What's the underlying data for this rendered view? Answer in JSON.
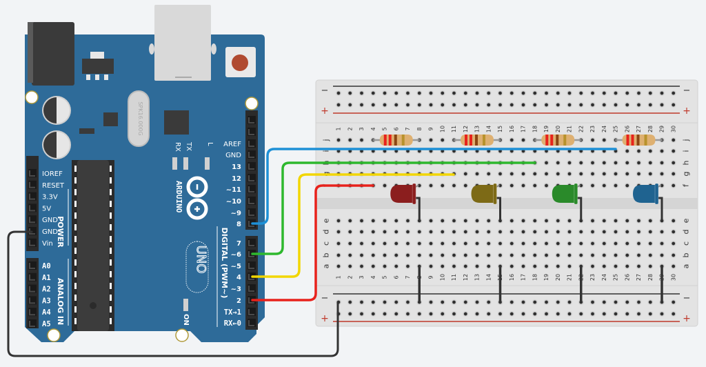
{
  "arduino": {
    "brand": "ARDUINO",
    "model": "UNO",
    "crystal": "SPK16.000G",
    "leds": {
      "rx": "RX",
      "tx": "TX",
      "l": "L",
      "on": "ON"
    },
    "power_header": {
      "title": "POWER",
      "pins": [
        "IOREF",
        "RESET",
        "3.3V",
        "5V",
        "GND",
        "GND",
        "Vin"
      ]
    },
    "analog_header": {
      "title": "ANALOG IN",
      "pins": [
        "A0",
        "A1",
        "A2",
        "A3",
        "A4",
        "A5"
      ]
    },
    "digital_header": {
      "title": "DIGITAL (PWM~)",
      "upper_pins": [
        "AREF",
        "GND",
        "13",
        "12",
        "~11",
        "~10",
        "~9",
        "8"
      ],
      "lower_pins": [
        "7",
        "~6",
        "~5",
        "4",
        "~3",
        "2",
        "TX→1",
        "RX←0"
      ]
    },
    "colors": {
      "board": "#2e6b99",
      "header": "#2b2b2b",
      "reset_button": "#b04a30"
    }
  },
  "breadboard": {
    "columns": 30,
    "top_rows": [
      "j",
      "i",
      "h",
      "g",
      "f"
    ],
    "bottom_rows": [
      "e",
      "d",
      "c",
      "b",
      "a"
    ],
    "rail_minus": "−",
    "rail_plus": "+",
    "colors": {
      "body": "#e3e3e3",
      "minus_line": "#333333",
      "plus_line": "#c0392b",
      "plus_text": "#c0392b"
    }
  },
  "resistors": [
    {
      "from": "j4",
      "to": "j8"
    },
    {
      "from": "j11",
      "to": "j15"
    },
    {
      "from": "j18",
      "to": "j22"
    },
    {
      "from": "j25",
      "to": "j29"
    }
  ],
  "leds": [
    {
      "color_name": "red",
      "color": "#8b1e1e",
      "anode_col": 8,
      "cathode_col": 7
    },
    {
      "color_name": "yellow",
      "color": "#7d6a16",
      "anode_col": 15,
      "cathode_col": 14
    },
    {
      "color_name": "green",
      "color": "#2a8a2a",
      "anode_col": 22,
      "cathode_col": 21
    },
    {
      "color_name": "blue",
      "color": "#1f6390",
      "anode_col": 29,
      "cathode_col": 28
    }
  ],
  "wires": [
    {
      "name": "wire-pin8-blue",
      "from": "D8",
      "to": "i25",
      "color": "#1e90d6"
    },
    {
      "name": "wire-pin6-green",
      "from": "D6",
      "to": "h18",
      "color": "#2eb82e"
    },
    {
      "name": "wire-pin4-yellow",
      "from": "D4",
      "to": "g12",
      "color": "#f2d600"
    },
    {
      "name": "wire-pin2-red",
      "from": "D2",
      "to": "f4",
      "color": "#e8221c"
    },
    {
      "name": "wire-gnd-black",
      "from": "GND",
      "to": "bottom-minus-rail",
      "color": "#333333"
    }
  ]
}
